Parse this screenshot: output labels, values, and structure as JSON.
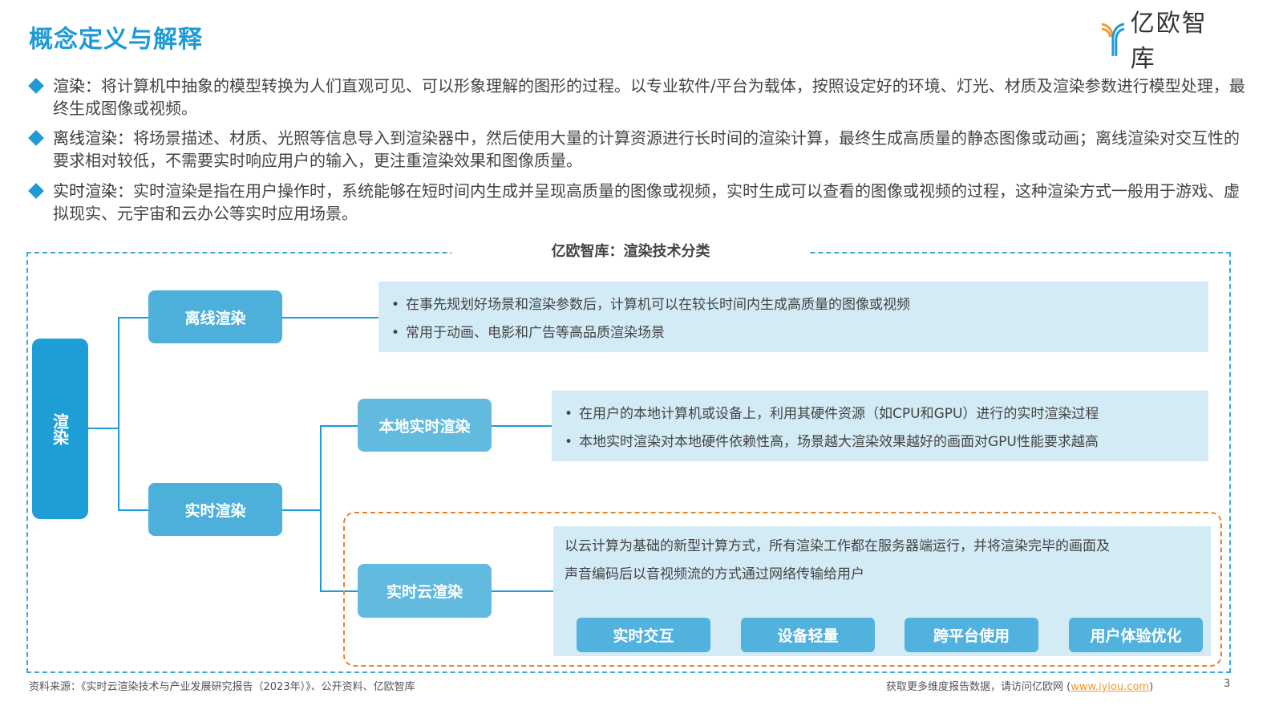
{
  "header": {
    "title": "概念定义与解释",
    "logo_text": "亿欧智库"
  },
  "definitions": [
    {
      "term": "渲染：",
      "text": "将计算机中抽象的模型转换为人们直观可见、可以形象理解的图形的过程。以专业软件/平台为载体，按照设定好的环境、灯光、材质及渲染参数进行模型处理，最终生成图像或视频。"
    },
    {
      "term": "离线渲染：",
      "text": "将场景描述、材质、光照等信息导入到渲染器中，然后使用大量的计算资源进行长时间的渲染计算，最终生成高质量的静态图像或动画；离线渲染对交互性的要求相对较低，不需要实时响应用户的输入，更注重渲染效果和图像质量。"
    },
    {
      "term": "实时渲染：",
      "text": "实时渲染是指在用户操作时，系统能够在短时间内生成并呈现高质量的图像或视频，实时生成可以查看的图像或视频的过程，这种渲染方式一般用于游戏、虚拟现实、元宇宙和云办公等实时应用场景。"
    }
  ],
  "diagram": {
    "title": "亿欧智库：渲染技术分类",
    "root": "渲染",
    "offline": {
      "label": "离线渲染",
      "points": [
        "在事先规划好场景和渲染参数后，计算机可以在较长时间内生成高质量的图像或视频",
        "常用于动画、电影和广告等高品质渲染场景"
      ]
    },
    "realtime": {
      "label": "实时渲染"
    },
    "local": {
      "label": "本地实时渲染",
      "points": [
        "在用户的本地计算机或设备上，利用其硬件资源（如CPU和GPU）进行的实时渲染过程",
        "本地实时渲染对本地硬件依赖性高，场景越大渲染效果越好的画面对GPU性能要求越高"
      ]
    },
    "cloud": {
      "label": "实时云渲染",
      "desc_line1": "以云计算为基础的新型计算方式，所有渲染工作都在服务器端运行，并将渲染完毕的画面及",
      "desc_line2": "声音编码后以音视频流的方式通过网络传输给用户",
      "features": [
        "实时交互",
        "设备轻量",
        "跨平台使用",
        "用户体验优化"
      ]
    }
  },
  "footer": {
    "source": "资料来源：《实时云渲染技术与产业发展研究报告（2023年）》、公开资料、亿欧智库",
    "more_prefix": "获取更多维度报告数据，请访问亿欧网 (",
    "link": "www.iyiou.com",
    "more_suffix": ")",
    "page": "3"
  },
  "colors": {
    "brand": "#1e9ad6",
    "node": "#4cb0da",
    "desc_bg": "#d3ebf5",
    "highlight": "#e6822a"
  }
}
